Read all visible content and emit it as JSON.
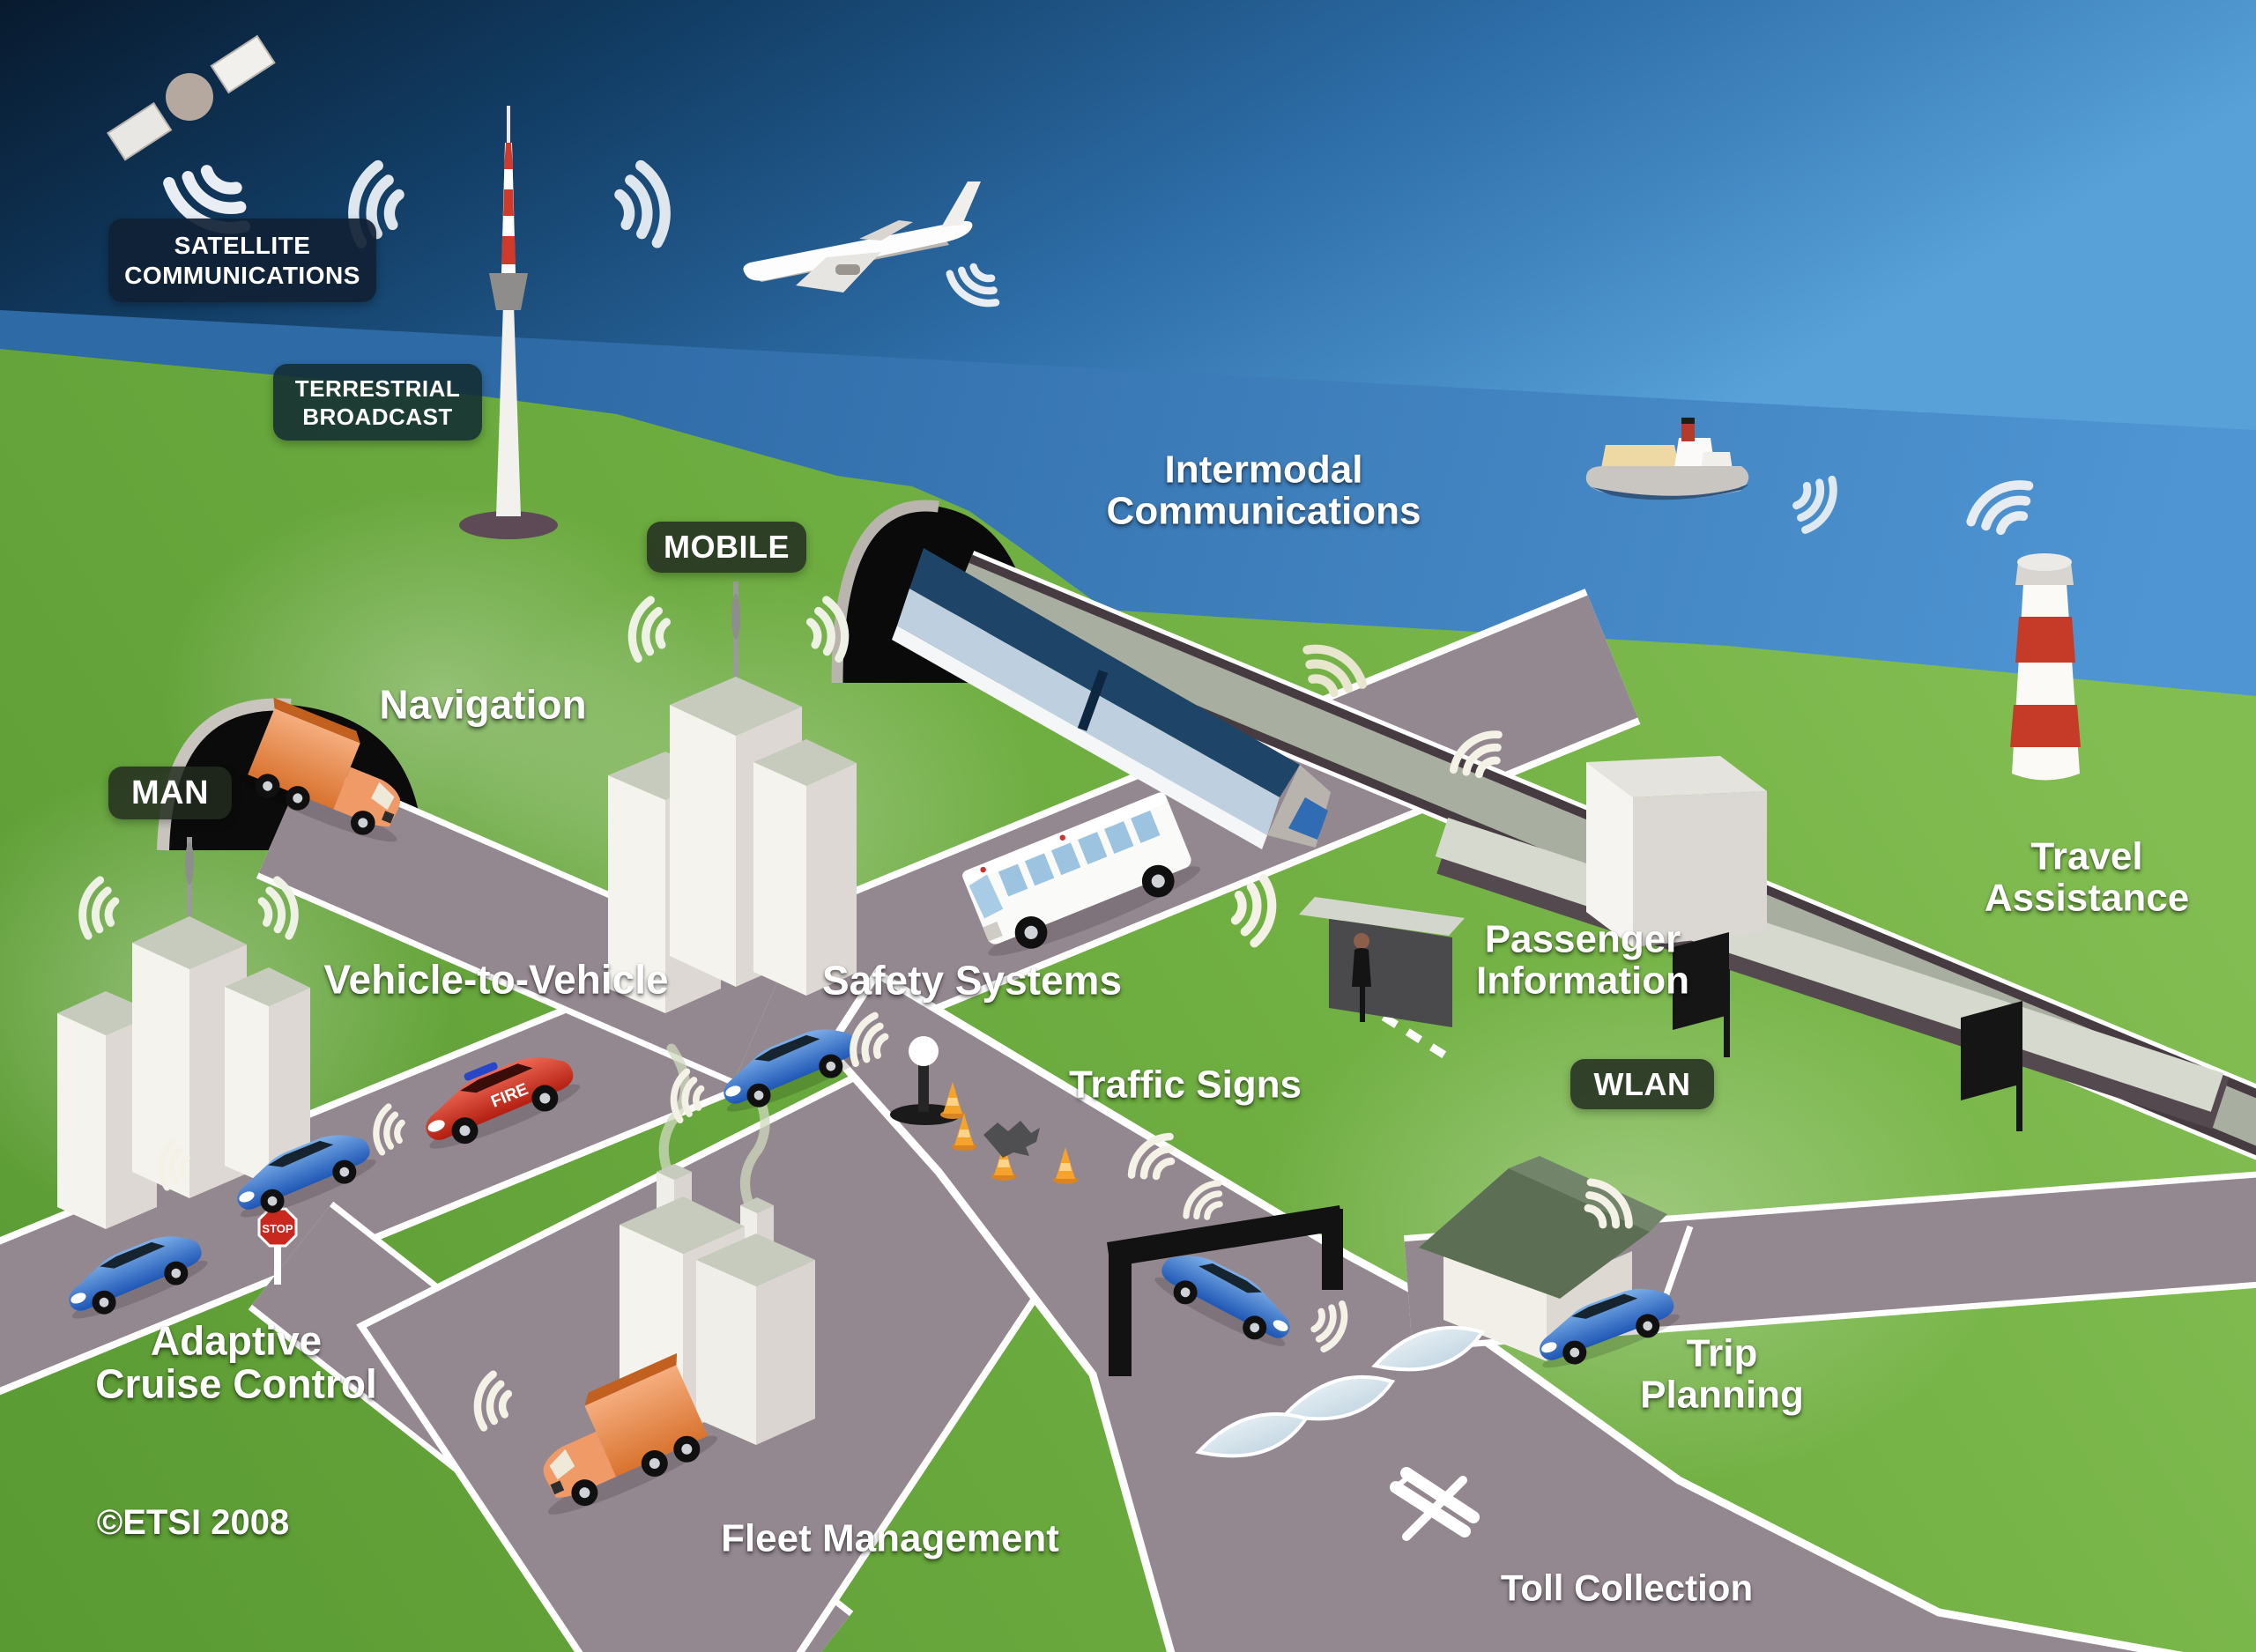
{
  "badges": {
    "satellite_communications": {
      "line1": "SATELLITE",
      "line2": "COMMUNICATIONS"
    },
    "terrestrial_broadcast": {
      "line1": "TERRESTRIAL",
      "line2": "BROADCAST"
    },
    "mobile": {
      "label": "MOBILE"
    },
    "man": {
      "label": "MAN"
    },
    "wlan": {
      "label": "WLAN"
    }
  },
  "labels": {
    "navigation": "Navigation",
    "intermodal_line1": "Intermodal",
    "intermodal_line2": "Communications",
    "vehicle_to_vehicle": "Vehicle-to-Vehicle",
    "safety_systems": "Safety Systems",
    "traffic_signs": "Traffic Signs",
    "passenger_line1": "Passenger",
    "passenger_line2": "Information",
    "travel_line1": "Travel",
    "travel_line2": "Assistance",
    "trip_line1": "Trip",
    "trip_line2": "Planning",
    "acc_line1": "Adaptive",
    "acc_line2": "Cruise Control",
    "fleet_management": "Fleet Management",
    "toll_collection": "Toll Collection"
  },
  "footer": {
    "copyright": "©ETSI 2008"
  },
  "signs": {
    "stop": "STOP"
  },
  "vehicles": {
    "fire_truck_label": "FIRE"
  },
  "colors": {
    "sky_dark": "#081a2e",
    "sky_light": "#57a0d8",
    "sea": "#3a74b4",
    "land_green": "#6fae41",
    "road_gray": "#948890",
    "rail_dark": "#463b40",
    "badge_dark": "rgba(34,44,32,0.85)",
    "accent_red": "#c63a28",
    "car_blue": "#2f6ad1",
    "truck_orange": "#e07b3c",
    "cone_orange": "#f5a32a"
  },
  "icons": [
    "satellite-icon",
    "radio-waves-icon",
    "broadcast-tower-icon",
    "airplane-icon",
    "ship-icon",
    "lighthouse-icon",
    "train-icon",
    "tunnel-icon",
    "bus-icon",
    "bus-shelter-icon",
    "person-icon",
    "station-building-icon",
    "platform-sign-icon",
    "car-icon",
    "fire-truck-icon",
    "delivery-truck-icon",
    "factory-icon",
    "smoke-icon",
    "house-icon",
    "stop-sign-icon",
    "traffic-cone-icon",
    "roadkill-icon",
    "street-beacon-icon",
    "gantry-icon",
    "toll-sensor-icon",
    "crossed-tools-icon",
    "buildings-icon"
  ]
}
